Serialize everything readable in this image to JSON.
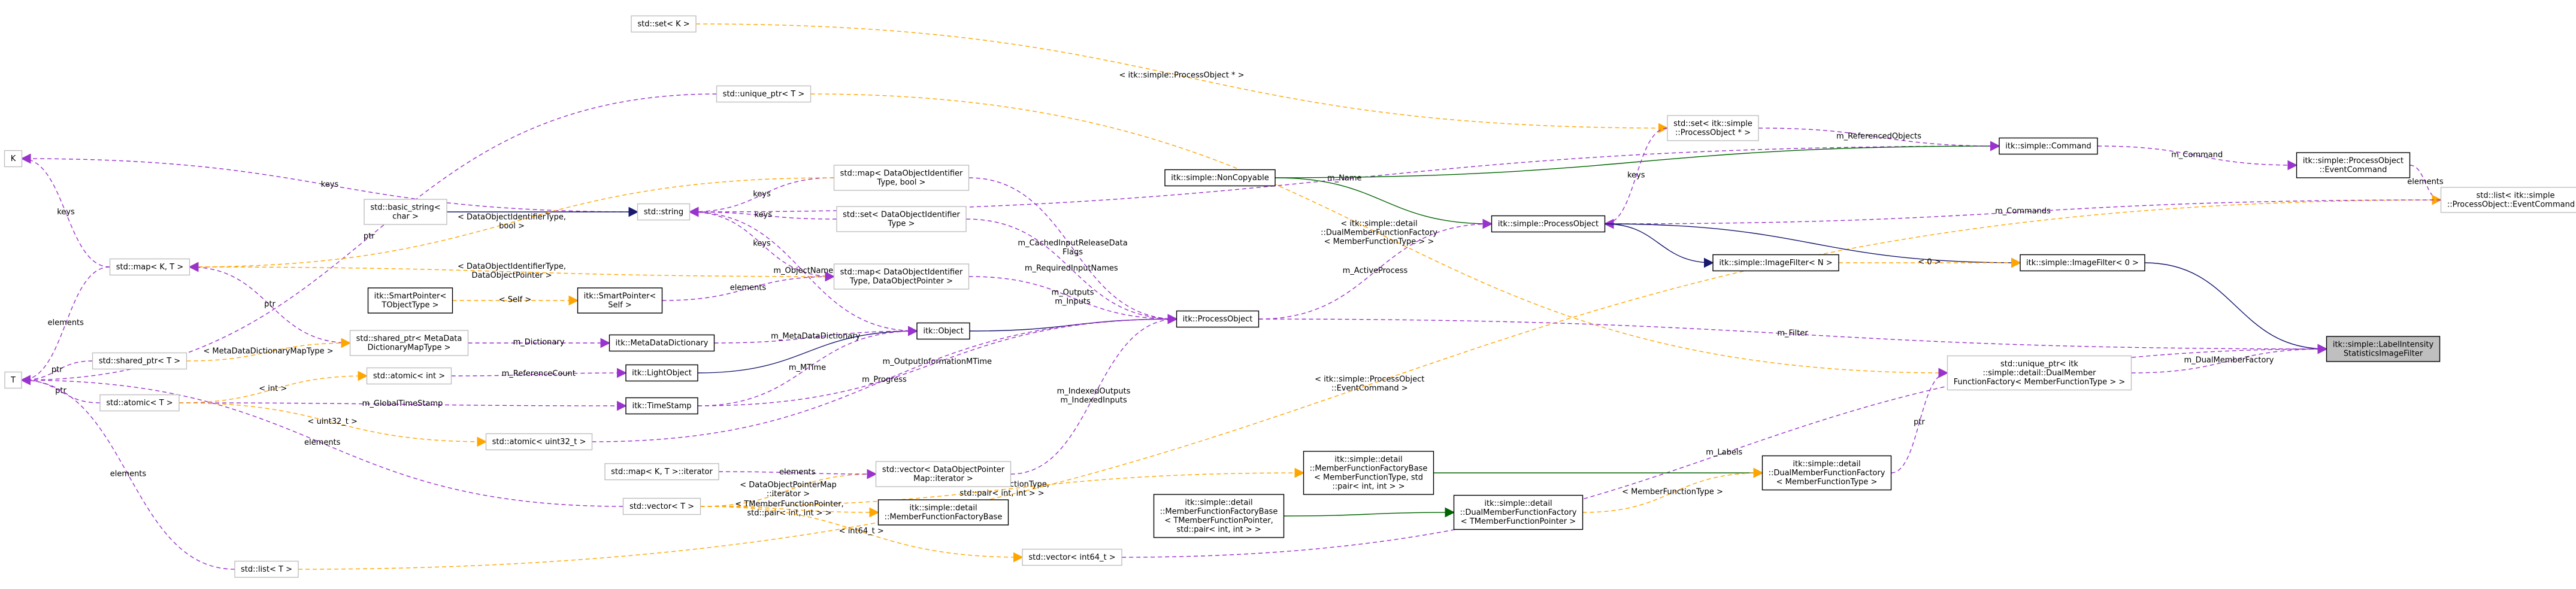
{
  "nodes": [
    {
      "id": "k",
      "lines": [
        "K"
      ],
      "kind": "template"
    },
    {
      "id": "t",
      "lines": [
        "T"
      ],
      "kind": "template"
    },
    {
      "id": "set_k",
      "lines": [
        "std::set< K >"
      ],
      "kind": "template"
    },
    {
      "id": "unique_ptr_t",
      "lines": [
        "std::unique_ptr< T >"
      ],
      "kind": "template"
    },
    {
      "id": "map_kt",
      "lines": [
        "std::map< K, T >"
      ],
      "kind": "template"
    },
    {
      "id": "basic_string",
      "lines": [
        "std::basic_string<",
        "char >"
      ],
      "kind": "template"
    },
    {
      "id": "string",
      "lines": [
        "std::string"
      ],
      "kind": "template"
    },
    {
      "id": "map_dataobj_bool",
      "lines": [
        "std::map< DataObjectIdentifier",
        "Type, bool >"
      ],
      "kind": "template"
    },
    {
      "id": "set_dataobj",
      "lines": [
        "std::set< DataObjectIdentifier",
        "Type >"
      ],
      "kind": "template"
    },
    {
      "id": "map_dataobj_ptr",
      "lines": [
        "std::map< DataObjectIdentifier",
        "Type, DataObjectPointer >"
      ],
      "kind": "template"
    },
    {
      "id": "smartpointer_t",
      "lines": [
        "itk::SmartPointer<",
        "TObjectType >"
      ],
      "kind": "class"
    },
    {
      "id": "smartpointer_self",
      "lines": [
        "itk::SmartPointer<",
        "Self >"
      ],
      "kind": "class"
    },
    {
      "id": "shared_ptr_t",
      "lines": [
        "std::shared_ptr< T >"
      ],
      "kind": "template"
    },
    {
      "id": "shared_ptr_meta",
      "lines": [
        "std::shared_ptr< MetaData",
        "DictionaryMapType >"
      ],
      "kind": "template"
    },
    {
      "id": "metadatadictionary",
      "lines": [
        "itk::MetaDataDictionary"
      ],
      "kind": "class"
    },
    {
      "id": "atomic_int",
      "lines": [
        "std::atomic< int >"
      ],
      "kind": "template"
    },
    {
      "id": "atomic_t",
      "lines": [
        "std::atomic< T >"
      ],
      "kind": "template"
    },
    {
      "id": "lightobject",
      "lines": [
        "itk::LightObject"
      ],
      "kind": "class"
    },
    {
      "id": "object",
      "lines": [
        "itk::Object"
      ],
      "kind": "class"
    },
    {
      "id": "timestamp",
      "lines": [
        "itk::TimeStamp"
      ],
      "kind": "class"
    },
    {
      "id": "atomic_uint32",
      "lines": [
        "std::atomic< uint32_t >"
      ],
      "kind": "template"
    },
    {
      "id": "map_iterator",
      "lines": [
        "std::map< K, T >::iterator"
      ],
      "kind": "template"
    },
    {
      "id": "vector_dataobj_iter",
      "lines": [
        "std::vector< DataObjectPointer",
        "Map::iterator >"
      ],
      "kind": "template"
    },
    {
      "id": "vector_t",
      "lines": [
        "std::vector< T >"
      ],
      "kind": "template"
    },
    {
      "id": "list_t",
      "lines": [
        "std::list< T >"
      ],
      "kind": "template"
    },
    {
      "id": "noncopyable",
      "lines": [
        "itk::simple::NonCopyable"
      ],
      "kind": "class"
    },
    {
      "id": "set_processobject_ptr",
      "lines": [
        "std::set< itk::simple",
        "::ProcessObject * >"
      ],
      "kind": "template"
    },
    {
      "id": "processobject_itk",
      "lines": [
        "itk::ProcessObject"
      ],
      "kind": "class"
    },
    {
      "id": "processobject_simple",
      "lines": [
        "itk::simple::ProcessObject"
      ],
      "kind": "class"
    },
    {
      "id": "command",
      "lines": [
        "itk::simple::Command"
      ],
      "kind": "class"
    },
    {
      "id": "eventcommand",
      "lines": [
        "itk::simple::ProcessObject",
        "::EventCommand"
      ],
      "kind": "class"
    },
    {
      "id": "list_eventcommand",
      "lines": [
        "std::list< itk::simple",
        "::ProcessObject::EventCommand >"
      ],
      "kind": "template"
    },
    {
      "id": "imagefilter_n",
      "lines": [
        "itk::simple::ImageFilter< N >"
      ],
      "kind": "class"
    },
    {
      "id": "imagefilter_0",
      "lines": [
        "itk::simple::ImageFilter< 0 >"
      ],
      "kind": "class"
    },
    {
      "id": "labelintensity",
      "lines": [
        "itk::simple::LabelIntensity",
        "StatisticsImageFilter"
      ],
      "kind": "focus"
    },
    {
      "id": "unique_ptr_dual",
      "lines": [
        "std::unique_ptr< itk",
        "::simple::detail::DualMember",
        "FunctionFactory< MemberFunctionType > >"
      ],
      "kind": "template"
    },
    {
      "id": "mff_base_long",
      "lines": [
        "itk::simple::detail",
        "::MemberFunctionFactoryBase",
        "< MemberFunctionType, std",
        "::pair< int, int > >"
      ],
      "kind": "class"
    },
    {
      "id": "dual_mff",
      "lines": [
        "itk::simple::detail",
        "::DualMemberFunctionFactory",
        "< MemberFunctionType >"
      ],
      "kind": "class"
    },
    {
      "id": "mff_base",
      "lines": [
        "itk::simple::detail",
        "::MemberFunctionFactoryBase"
      ],
      "kind": "class"
    },
    {
      "id": "mff_base_tmember",
      "lines": [
        "itk::simple::detail",
        "::MemberFunctionFactoryBase",
        "< TMemberFunctionPointer,",
        "std::pair< int, int > >"
      ],
      "kind": "class"
    },
    {
      "id": "dual_mff_t",
      "lines": [
        "itk::simple::detail",
        "::DualMemberFunctionFactory",
        "< TMemberFunctionPointer >"
      ],
      "kind": "class"
    },
    {
      "id": "vector_int64",
      "lines": [
        "std::vector< int64_t >"
      ],
      "kind": "template"
    }
  ],
  "edges": [
    {
      "from": "string",
      "to": "k",
      "kind": "usage",
      "label": [
        "keys"
      ]
    },
    {
      "from": "map_kt",
      "to": "k",
      "kind": "usage",
      "label": [
        "keys"
      ]
    },
    {
      "from": "map_kt",
      "to": "t",
      "kind": "usage",
      "label": [
        "elements"
      ]
    },
    {
      "from": "shared_ptr_t",
      "to": "t",
      "kind": "usage",
      "label": [
        "ptr"
      ]
    },
    {
      "from": "atomic_t",
      "to": "t",
      "kind": "usage",
      "label": [
        "ptr"
      ]
    },
    {
      "from": "vector_t",
      "to": "t",
      "kind": "usage",
      "label": [
        "elements"
      ]
    },
    {
      "from": "list_t",
      "to": "t",
      "kind": "usage",
      "label": [
        "elements"
      ]
    },
    {
      "from": "unique_ptr_t",
      "to": "t",
      "kind": "usage",
      "label": [
        "ptr"
      ]
    },
    {
      "from": "basic_string",
      "to": "string",
      "kind": "inherit-blue",
      "label": []
    },
    {
      "from": "map_dataobj_bool",
      "to": "string",
      "kind": "usage",
      "label": [
        "keys"
      ]
    },
    {
      "from": "set_dataobj",
      "to": "string",
      "kind": "usage",
      "label": [
        "keys"
      ]
    },
    {
      "from": "map_dataobj_ptr",
      "to": "string",
      "kind": "usage",
      "label": [
        "keys"
      ]
    },
    {
      "from": "object",
      "to": "string",
      "kind": "usage",
      "label": [
        "m_ObjectName"
      ]
    },
    {
      "from": "command",
      "to": "string",
      "kind": "usage",
      "label": [
        "m_Name"
      ]
    },
    {
      "from": "map_dataobj_bool",
      "to": "map_kt",
      "kind": "template",
      "label": [
        "< DataObjectIdentifierType,",
        "bool >"
      ]
    },
    {
      "from": "map_dataobj_ptr",
      "to": "map_kt",
      "kind": "template",
      "label": [
        "< DataObjectIdentifierType,",
        "DataObjectPointer >"
      ]
    },
    {
      "from": "shared_ptr_meta",
      "to": "map_kt",
      "kind": "usage",
      "label": [
        "ptr"
      ]
    },
    {
      "from": "smartpointer_self",
      "to": "map_dataobj_ptr",
      "kind": "usage",
      "label": [
        "elements"
      ]
    },
    {
      "from": "smartpointer_t",
      "to": "smartpointer_self",
      "kind": "template",
      "label": [
        "< Self >"
      ]
    },
    {
      "from": "shared_ptr_t",
      "to": "shared_ptr_meta",
      "kind": "template",
      "label": [
        "< MetaDataDictionaryMapType >"
      ]
    },
    {
      "from": "shared_ptr_meta",
      "to": "metadatadictionary",
      "kind": "usage",
      "label": [
        "m_Dictionary"
      ]
    },
    {
      "from": "atomic_t",
      "to": "atomic_int",
      "kind": "template",
      "label": [
        "< int >"
      ]
    },
    {
      "from": "atomic_int",
      "to": "lightobject",
      "kind": "usage",
      "label": [
        "m_ReferenceCount"
      ]
    },
    {
      "from": "lightobject",
      "to": "object",
      "kind": "inherit-blue",
      "label": []
    },
    {
      "from": "metadatadictionary",
      "to": "object",
      "kind": "usage",
      "label": [
        "m_MetaDataDictionary"
      ]
    },
    {
      "from": "timestamp",
      "to": "object",
      "kind": "usage",
      "label": [
        "m_MTime"
      ]
    },
    {
      "from": "atomic_t",
      "to": "timestamp",
      "kind": "usage",
      "label": [
        "m_GlobalTimeStamp"
      ]
    },
    {
      "from": "atomic_t",
      "to": "atomic_uint32",
      "kind": "template",
      "label": [
        "< uint32_t >"
      ]
    },
    {
      "from": "vector_t",
      "to": "vector_dataobj_iter",
      "kind": "template",
      "label": [
        "< DataObjectPointerMap",
        "::iterator >"
      ]
    },
    {
      "from": "map_iterator",
      "to": "vector_dataobj_iter",
      "kind": "usage",
      "label": [
        "elements"
      ]
    },
    {
      "from": "object",
      "to": "processobject_itk",
      "kind": "inherit-blue",
      "label": []
    },
    {
      "from": "map_dataobj_bool",
      "to": "processobject_itk",
      "kind": "usage",
      "label": [
        "m_CachedInputReleaseData",
        "Flags"
      ]
    },
    {
      "from": "set_dataobj",
      "to": "processobject_itk",
      "kind": "usage",
      "label": [
        "m_RequiredInputNames"
      ]
    },
    {
      "from": "map_dataobj_ptr",
      "to": "processobject_itk",
      "kind": "usage",
      "label": [
        "m_Outputs",
        "m_Inputs"
      ]
    },
    {
      "from": "timestamp",
      "to": "processobject_itk",
      "kind": "usage",
      "label": [
        "m_OutputInformationMTime"
      ]
    },
    {
      "from": "atomic_uint32",
      "to": "processobject_itk",
      "kind": "usage",
      "label": [
        "m_Progress"
      ]
    },
    {
      "from": "vector_dataobj_iter",
      "to": "processobject_itk",
      "kind": "usage",
      "label": [
        "m_IndexedOutputs",
        "m_IndexedInputs"
      ]
    },
    {
      "from": "set_k",
      "to": "set_processobject_ptr",
      "kind": "template",
      "label": [
        "< itk::simple::ProcessObject * >"
      ]
    },
    {
      "from": "noncopyable",
      "to": "command",
      "kind": "inherit-green",
      "label": []
    },
    {
      "from": "set_processobject_ptr",
      "to": "command",
      "kind": "usage",
      "label": [
        "m_ReferencedObjects"
      ]
    },
    {
      "from": "command",
      "to": "eventcommand",
      "kind": "usage",
      "label": [
        "m_Command"
      ]
    },
    {
      "from": "eventcommand",
      "to": "list_eventcommand",
      "kind": "usage",
      "label": [
        "elements"
      ]
    },
    {
      "from": "list_t",
      "to": "list_eventcommand",
      "kind": "template",
      "label": [
        "< itk::simple::ProcessObject",
        "::EventCommand >"
      ]
    },
    {
      "from": "noncopyable",
      "to": "processobject_simple",
      "kind": "inherit-green",
      "label": []
    },
    {
      "from": "set_processobject_ptr",
      "to": "processobject_simple",
      "kind": "usage",
      "label": [
        "keys"
      ]
    },
    {
      "from": "processobject_itk",
      "to": "processobject_simple",
      "kind": "usage",
      "label": [
        "m_ActiveProcess"
      ]
    },
    {
      "from": "list_eventcommand",
      "to": "processobject_simple",
      "kind": "usage",
      "label": [
        "m_Commands"
      ]
    },
    {
      "from": "processobject_simple",
      "to": "imagefilter_n",
      "kind": "inherit-blue",
      "label": []
    },
    {
      "from": "processobject_simple",
      "to": "imagefilter_0",
      "kind": "inherit-blue",
      "label": []
    },
    {
      "from": "imagefilter_n",
      "to": "imagefilter_0",
      "kind": "template",
      "label": [
        "< 0 >"
      ]
    },
    {
      "from": "imagefilter_0",
      "to": "labelintensity",
      "kind": "inherit-blue",
      "label": []
    },
    {
      "from": "processobject_itk",
      "to": "labelintensity",
      "kind": "usage",
      "label": [
        "m_Filter"
      ]
    },
    {
      "from": "unique_ptr_dual",
      "to": "labelintensity",
      "kind": "usage",
      "label": [
        "m_DualMemberFactory"
      ]
    },
    {
      "from": "vector_int64",
      "to": "labelintensity",
      "kind": "usage",
      "label": [
        "m_Labels"
      ]
    },
    {
      "from": "unique_ptr_t",
      "to": "unique_ptr_dual",
      "kind": "template",
      "label": [
        "< itk::simple::detail",
        "::DualMemberFunctionFactory",
        "< MemberFunctionType > >"
      ]
    },
    {
      "from": "dual_mff",
      "to": "unique_ptr_dual",
      "kind": "usage",
      "label": [
        "ptr"
      ]
    },
    {
      "from": "mff_base_long",
      "to": "dual_mff",
      "kind": "inherit-green",
      "label": []
    },
    {
      "from": "dual_mff_t",
      "to": "dual_mff",
      "kind": "template",
      "label": [
        "< MemberFunctionType >"
      ]
    },
    {
      "from": "vector_t",
      "to": "mff_base_long",
      "kind": "template",
      "label": [
        "< MemberFunctionType,",
        "std::pair< int, int > >"
      ]
    },
    {
      "from": "vector_t",
      "to": "mff_base",
      "kind": "template",
      "label": [
        "< TMemberFunctionPointer,",
        "std::pair< int, int > >"
      ]
    },
    {
      "from": "mff_base_tmember",
      "to": "dual_mff_t",
      "kind": "inherit-green",
      "label": []
    },
    {
      "from": "vector_t",
      "to": "vector_int64",
      "kind": "template",
      "label": [
        "< int64_t >"
      ]
    }
  ]
}
